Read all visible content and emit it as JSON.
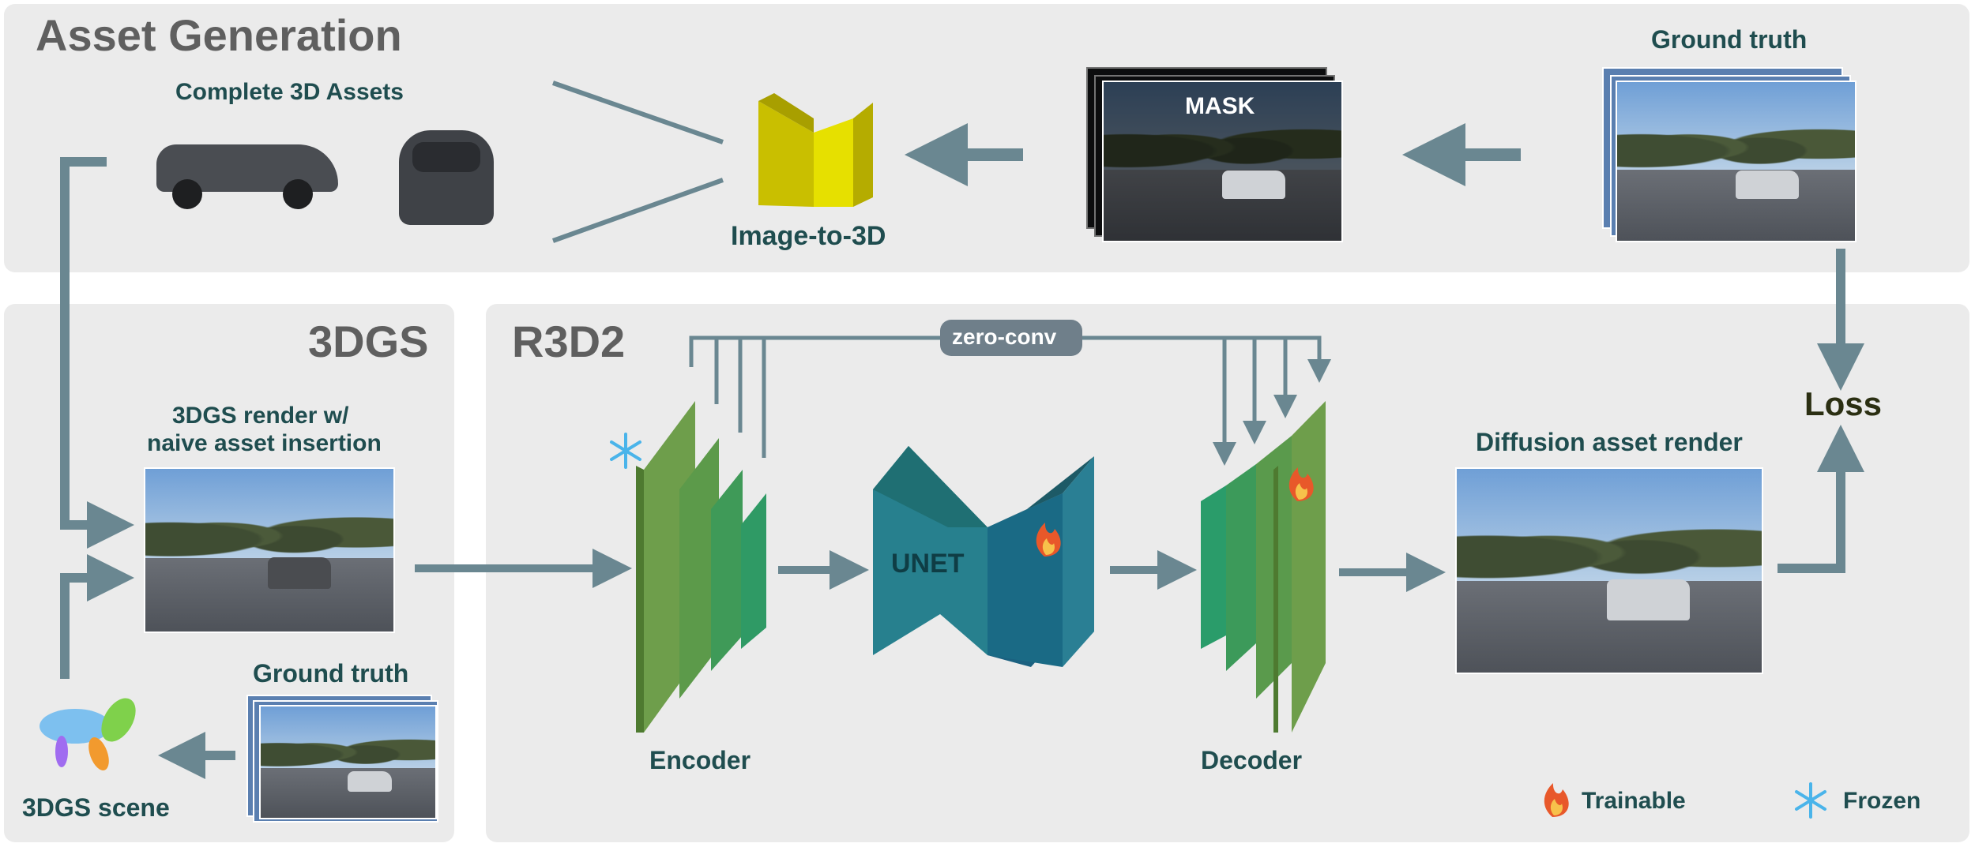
{
  "sections": {
    "asset_generation": "Asset Generation",
    "gs": "3DGS",
    "r3d2": "R3D2"
  },
  "labels": {
    "complete_assets": "Complete 3D Assets",
    "image_to_3d": "Image-to-3D",
    "mask": "MASK",
    "ground_truth_top": "Ground truth",
    "gs_render_line1": "3DGS render w/",
    "gs_render_line2": "naive asset insertion",
    "ground_truth_bottom": "Ground truth",
    "gs_scene": "3DGS scene",
    "zero_conv": "zero-conv",
    "unet": "UNET",
    "encoder": "Encoder",
    "decoder": "Decoder",
    "diffusion_render": "Diffusion asset render",
    "loss": "Loss",
    "legend_trainable": "Trainable",
    "legend_frozen": "Frozen"
  },
  "icons": {
    "trainable": "flame-icon",
    "frozen": "snowflake-icon"
  },
  "colors": {
    "panel": "#ebebeb",
    "arrow": "#6a8791",
    "encoder_green": "#6e9e4b",
    "decoder_green": "#2c9c6a",
    "unet_teal": "#1f6f84",
    "image_to_3d_yellow": "#d9d200",
    "text_teal": "#1f4d4f"
  }
}
